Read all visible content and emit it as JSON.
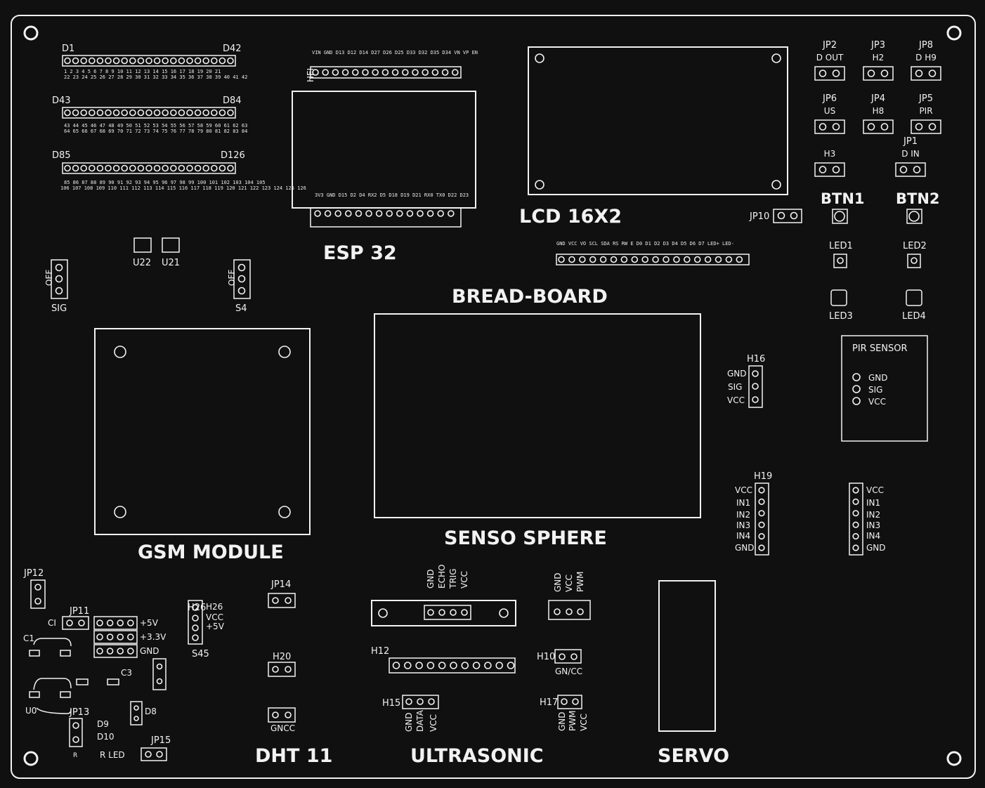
{
  "titles": {
    "esp32": "ESP 32",
    "lcd": "LCD 16X2",
    "breadboard": "BREAD-BOARD",
    "senso": "SENSO SPHERE",
    "gsm": "GSM MODULE",
    "dht": "DHT 11",
    "ultrasonic": "ULTRASONIC",
    "servo": "SERVO",
    "pir": "PIR SENSOR",
    "btn1": "BTN1",
    "btn2": "BTN2"
  },
  "headers": {
    "d1": "D1",
    "d42": "D42",
    "d43": "D43",
    "d84": "D84",
    "d85": "D85",
    "d126": "D126",
    "row1_numbers": "1 2 3 4 5 6 7 8 9 10 11 12 13 14 15 16 17 18 19 20 21",
    "row1_numbers_b": "22 23 24 25 26 27 28 29 30 31 32 33 34 35 36 37 38 39 40 41 42",
    "row2_numbers": "43 44 45 46 47 48 49 50 51 52 53 54 55 56 57 58 59 60 61 62 63",
    "row2_numbers_b": "64 65 66 67 68 69 70 71 72 73 74 75 76 77 78 79 80 81 82 83 84",
    "row3_numbers": "85 86 87 88 89 90 91 92 93 94 95 96 97 98 99 100 101 102 103 104 105",
    "row3_numbers_b": "106 107 108 109 110 111 112 113 114 115 116 117 118 119 120 121 122 123 124 125 126"
  },
  "esp": {
    "top_pins_a": "VIN GND D13 D12 D14 D27 D26 D25 D33 D32 D35 D34 VN VP EN",
    "bottom_pins_a": "3V3 GND D15 D2 D4 RX2 D5 D18 D19 D21 RX0 TX0 D22 D23",
    "left_tag": "HEI"
  },
  "lcd_pins": "GND VCC VO SCL SDA RS RW E D0 D1 D2 D3 D4 D5 D6 D7 LED+ LED-",
  "jumpers": {
    "jp2": "JP2",
    "jp2_sub": "D OUT",
    "jp3": "JP3",
    "jp3_sub": "H2",
    "jp8": "JP8",
    "jp8_sub": "D H9",
    "jp6": "JP6",
    "jp6_sub": "US",
    "jp4": "JP4",
    "jp4_sub": "H8",
    "jp5": "JP5",
    "jp5_sub": "PIR",
    "jp7_sub": "H3",
    "jp1": "JP1",
    "jp1_sub": "D IN",
    "jp10": "JP10",
    "jp12": "JP12",
    "jp11": "JP11",
    "jp13": "JP13",
    "jp14": "JP14",
    "jp15": "JP15"
  },
  "leds": {
    "led1": "LED1",
    "led2": "LED2",
    "led3": "LED3",
    "led4": "LED4"
  },
  "switches": {
    "sig": "SIG",
    "s4": "S4",
    "off": "OFF",
    "u22": "U22",
    "u21": "U21"
  },
  "pir_pins": [
    "GND",
    "SIG",
    "VCC"
  ],
  "h16": {
    "label": "H16",
    "pins": [
      "GND",
      "SIG",
      "VCC"
    ]
  },
  "h19": {
    "label": "H19",
    "pins": [
      "VCC",
      "IN1",
      "IN2",
      "IN3",
      "IN4",
      "GND"
    ]
  },
  "h19b_pins": [
    "VCC",
    "IN1",
    "IN2",
    "IN3",
    "IN4",
    "GND"
  ],
  "power": {
    "ci": "CI",
    "c1": "C1",
    "c3": "C3",
    "u0": "U0",
    "v5": "+5V",
    "v33": "+3.3V",
    "gnd": "GND",
    "h26": "H26",
    "h26_vcc": "VCC",
    "h26_5v": "+5V",
    "s45": "S45",
    "d9": "D9",
    "d10": "D10",
    "d8": "D8",
    "rled": "R LED",
    "r": "R"
  },
  "dht": {
    "h20": "H20",
    "gncc": "GNCC"
  },
  "ultra": {
    "pins_top": [
      "GND",
      "ECHO",
      "TRIG",
      "VCC"
    ],
    "h12": "H12",
    "h15": "H15",
    "h15_pins": [
      "GND",
      "DATA",
      "VCC"
    ]
  },
  "servo_pins": [
    "GND",
    "VCC",
    "PWM"
  ],
  "h10": "H10",
  "h10_sub": "GN/CC",
  "h17": "H17",
  "h17_pins": [
    "GND",
    "PWM",
    "VCC"
  ]
}
